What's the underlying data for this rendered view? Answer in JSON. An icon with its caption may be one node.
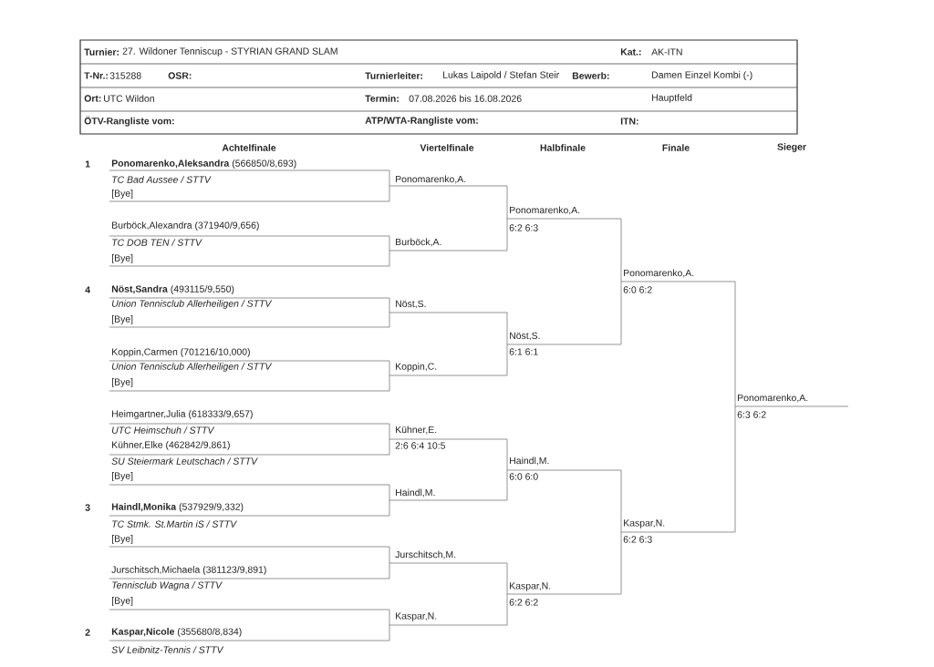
{
  "diagram": {
    "labels": [
      "Turnier:",
      "27. Wildoner Tenniscup - STYRIAN GRAND SLAM",
      "Kat.:",
      "AK-ITN",
      "T-Nr.:",
      "315288",
      "OSR:",
      "Turnierleiter:",
      "Lukas Laipold / Stefan Steir",
      "Bewerb:",
      "Damen Einzel Kombi (-)",
      "Ort:",
      "UTC Wildon",
      "Termin:",
      "07.08.2026 bis 16.08.2026",
      "Hauptfeld",
      "ÖTV-Rangliste vom:",
      "ATP/WTA-Rangliste vom:",
      "ITN:",
      "Achtelfinale",
      "Viertelfinale",
      "Halbfinale",
      "Finale",
      "Sieger",
      "1",
      "**Ponomarenko,Aleksandra** (566850/8,693)",
      "TC Bad Aussee / STTV",
      "Ponomarenko,A.",
      "[Bye]",
      "Ponomarenko,A.",
      "Burböck,Alexandra (371940/9,656)",
      "6:2 6:3",
      "TC DOB TEN / STTV",
      "Burböck,A.",
      "[Bye]",
      "Ponomarenko,A.",
      "4",
      "**Nöst,Sandra** (493115/9,550)",
      "6:0 6:2",
      "Union Tennisclub Allerheiligen / STTV",
      "Nöst,S.",
      "[Bye]",
      "Nöst,S.",
      "Koppin,Carmen (701216/10,000)",
      "6:1 6:1",
      "Union Tennisclub Allerheiligen / STTV",
      "Koppin,C.",
      "[Bye]",
      "Ponomarenko,A.",
      "Heimgartner,Julia (618333/9,657)",
      "6:3 6:2",
      "UTC Heimschuh / STTV",
      "Kühner,E.",
      "Kühner,Elke (462842/9,861)",
      "2:6 6:4 10:5",
      "SU Steiermark Leutschach / STTV",
      "Haindl,M.",
      "[Bye]",
      "6:0 6:0",
      "Haindl,M.",
      "3",
      "**Haindl,Monika** (537929/9,332)",
      "TC Stmk. St.Martin iS / STTV",
      "Kaspar,N.",
      "[Bye]",
      "6:2 6:3",
      "Jurschitsch,M.",
      "Jurschitsch,Michaela (381123/9,891)",
      "Tennisclub Wagna / STTV",
      "Kaspar,N.",
      "[Bye]",
      "6:2 6:2",
      "Kaspar,N.",
      "2",
      "**Kaspar,Nicole** (355680/8,834)",
      "SV Leibnitz-Tennis / STTV"
    ]
  }
}
